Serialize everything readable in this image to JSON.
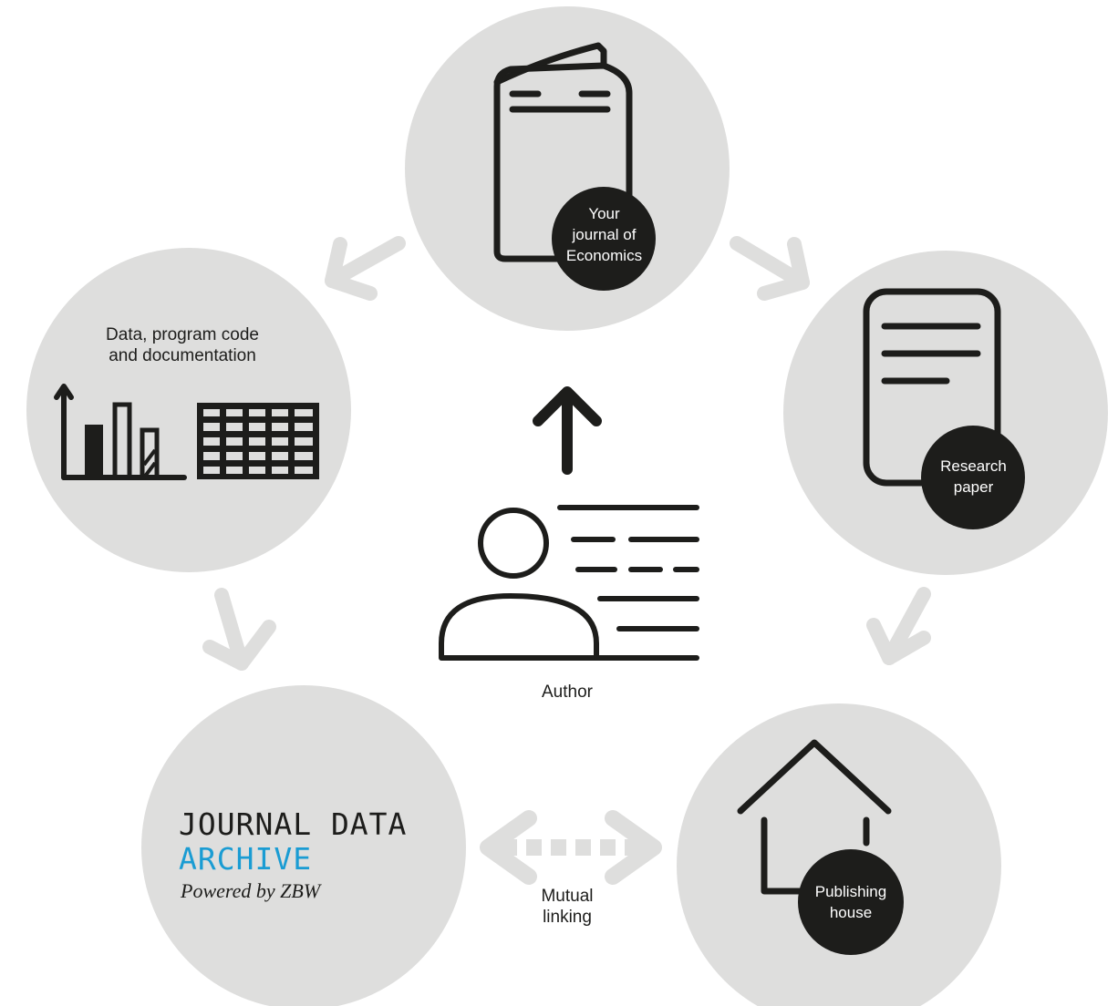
{
  "nodes": {
    "journal": {
      "label": "Your\njournal of\nEconomics"
    },
    "research": {
      "label": "Research\npaper"
    },
    "publishing": {
      "label": "Publishing\nhouse"
    },
    "archive": {
      "line1": "JOURNAL DATA",
      "line2": "ARCHIVE",
      "line3": "Powered by ZBW"
    },
    "data": {
      "label": "Data, program code\nand documentation"
    },
    "author": {
      "label": "Author"
    }
  },
  "edges": {
    "mutual_linking": {
      "label": "Mutual\nlinking"
    }
  },
  "colors": {
    "circle": "#dededd",
    "arrow": "#dededd",
    "icon": "#1d1d1b",
    "badge": "#1d1d1b",
    "accent": "#1a9cd3"
  }
}
